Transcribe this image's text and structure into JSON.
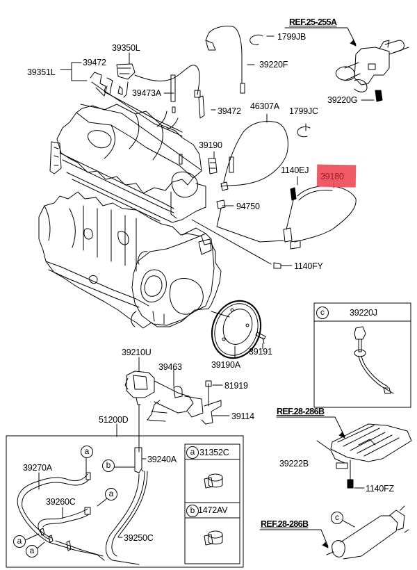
{
  "diagram": {
    "type": "exploded parts diagram",
    "subject": "engine sensors and harness"
  },
  "labels": {
    "p39350L": "39350L",
    "p39472a": "39472",
    "p39351L": "39351L",
    "p39473A": "39473A",
    "p39472b": "39472",
    "p1799JB": "1799JB",
    "p39220F": "39220F",
    "ref_25_255A": "REF.25-255A",
    "p39220G": "39220G",
    "p46307A": "46307A",
    "p1799JC": "1799JC",
    "p39190": "39190",
    "p1140EJ": "1140EJ",
    "p39180": "39180",
    "p94750": "94750",
    "p1140FY": "1140FY",
    "p39210U": "39210U",
    "p39463": "39463",
    "p81919": "81919",
    "p39190A": "39190A",
    "p39191": "39191",
    "p39114": "39114",
    "p51200D": "51200D",
    "p39240A": "39240A",
    "p39270A": "39270A",
    "p39260C": "39260C",
    "p39250C": "39250C",
    "ref_28_286B_a": "REF.28-286B",
    "p39222B": "39222B",
    "p1140FZ": "1140FZ",
    "ref_28_286B_b": "REF.28-286B"
  },
  "callouts": {
    "a": "a",
    "b": "b",
    "c": "c"
  },
  "legend_boxes": {
    "clamp_a": {
      "key": "a",
      "part": "31352C"
    },
    "clamp_b": {
      "key": "b",
      "part": "1472AV"
    },
    "sensor_c": {
      "key": "c",
      "part": "39220J"
    }
  },
  "highlight": {
    "part": "39180",
    "color": "#ee4c58"
  }
}
